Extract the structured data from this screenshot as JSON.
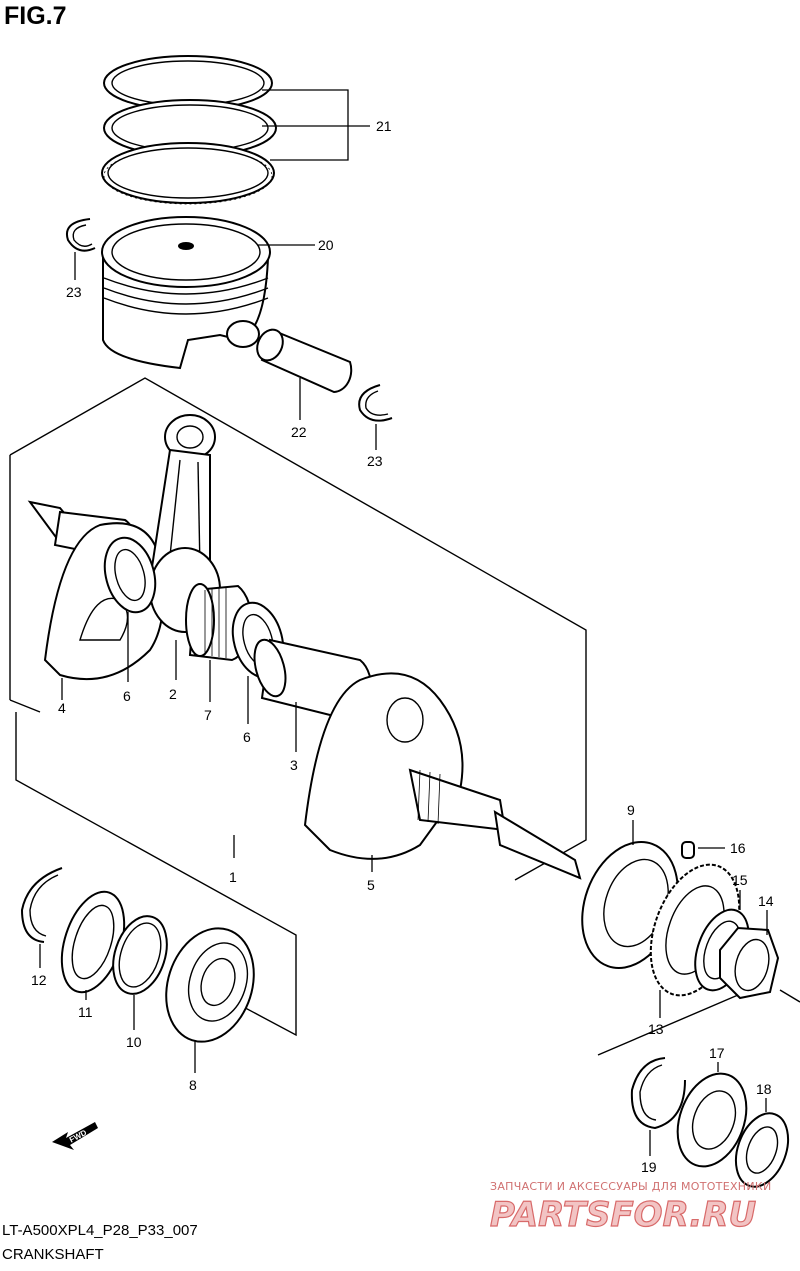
{
  "figure": {
    "title": "FIG.7"
  },
  "callouts": {
    "p1": "1",
    "p2": "2",
    "p3": "3",
    "p4": "4",
    "p5": "5",
    "p6a": "6",
    "p6b": "6",
    "p7": "7",
    "p8": "8",
    "p9": "9",
    "p10": "10",
    "p11": "11",
    "p12": "12",
    "p13": "13",
    "p14": "14",
    "p15": "15",
    "p16": "16",
    "p17": "17",
    "p18": "18",
    "p19": "19",
    "p20": "20",
    "p21": "21",
    "p22": "22",
    "p23a": "23",
    "p23b": "23"
  },
  "fwd_label": "FWD",
  "watermark": {
    "tagline": "ЗАПЧАСТИ И АКСЕССУАРЫ ДЛЯ МОТОТЕХНИКИ",
    "brand": "PARTSFOR.RU"
  },
  "footer": {
    "diagram_code": "LT-A500XPL4_P28_P33_007",
    "section_name": "CRANKSHAFT"
  }
}
